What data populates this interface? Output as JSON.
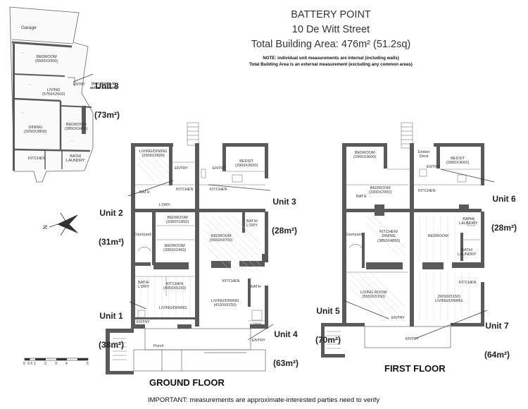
{
  "header": {
    "title": "BATTERY POINT",
    "address": "10 De Witt Street",
    "area": "Total Building Area: 476m² (51.2sq)",
    "note_line1": "NOTE: individual unit measurements are internal (including walls)",
    "note_line2": "Total Building Area is an external measurement (excluding any common areas)"
  },
  "units": {
    "unit8": {
      "name": "Unit 8",
      "area": "(73m²)",
      "remark": "(not shown in\nactual location)"
    },
    "unit2": {
      "name": "Unit 2",
      "area": "(31m²)"
    },
    "unit3": {
      "name": "Unit 3",
      "area": "(28m²)"
    },
    "unit1": {
      "name": "Unit 1",
      "area": "(38m²)"
    },
    "unit4": {
      "name": "Unit 4",
      "area": "(63m²)"
    },
    "unit5": {
      "name": "Unit 5",
      "area": "(70m²)"
    },
    "unit6": {
      "name": "Unit 6",
      "area": "(28m²)"
    },
    "unit7": {
      "name": "Unit 7",
      "area": "(64m²)"
    }
  },
  "rooms": {
    "u8_garage": "Garage",
    "u8_bedroom": "BEDROOM\n(5500X3300)",
    "u8_entry": "ENTRY",
    "u8_living": "LIVING\n(5750X2500)",
    "u8_dining": "DINING\n(3250X3800)",
    "u8_bedroom2": "BEDROOM\n(3850X3400)",
    "u8_kitchen": "KITCHEN",
    "u8_bath": "BATH/\nLAUNDRY",
    "g_living_dining": "LIVING/DINING\n(2900X3600)",
    "g_entry_a": "ENTRY",
    "g_kitchen_a": "KITCHEN",
    "g_bath_a": "BATH",
    "g_ldry_a": "L'DRY",
    "g_entry_b": "ENTRY",
    "g_kitchen_b": "KITCHEN",
    "g_bedsit": "BEDSIT\n(2900X3600)",
    "g_bedroom_a": "BEDROOM\n(3350X1850)",
    "g_courtyard": "Courtyard",
    "g_bedroom_b": "BEDROOM\n(3350X2450)",
    "g_bedroom_c": "BEDROOM\n(5550X4700)",
    "g_bath_ldry": "BATH/\nL'DRY",
    "g_bath_ldry2": "BATH/\nL'DRY",
    "g_kitchen_c": "KITCHEN\n(4050X5150)",
    "g_living_dining2": "LIVING/DINING",
    "g_entry_c": "ENTRY",
    "g_kitchen_d": "KITCHEN",
    "g_living_dining3": "LIVING/DINING\n(4100X5150)",
    "g_bath_b": "BATH",
    "g_ldry_b": "L'DRY",
    "g_entry_d": "ENTRY",
    "g_porch": "Porch",
    "f_bedroom_a": "BEDROOM\n(2900X3600)",
    "f_ember_deck": "Ember\nDeck",
    "f_bedsit": "BEDSIT\n(2900X3600)",
    "f_entry_a": "ENTRY",
    "f_bath_a": "BATH",
    "f_bedroom_b": "BEDROOM\n(3300X2950)",
    "f_kitchen_a": "KITCHEN",
    "f_courtyard": "Courtyard",
    "f_kitchen_dining": "KITCHEN/\nDINING\n(3850X4850)",
    "f_bedroom_c": "BEDROOM",
    "f_bath_laundry": "BATH/\nLAUNDRY",
    "f_bath_laundry2": "BATH/\nLAUNDRY",
    "f_living_room": "LIVING ROOM\n(5550X5150)",
    "f_entry_b": "ENTRY",
    "f_kitchen_b": "KITCHEN",
    "f_living_dining": "(5650X5150)\nLIVING/DINING",
    "f_entry_c": "ENTRY"
  },
  "floors": {
    "ground": "GROUND FLOOR",
    "first": "FIRST FLOOR"
  },
  "scale": {
    "labels": [
      "0",
      "0.5",
      "1",
      "2",
      "3",
      "4",
      "5"
    ]
  },
  "compass": {
    "label": "N"
  },
  "footer": {
    "text": "IMPORTANT: measurements are approximate-interested parties need to verify"
  },
  "colors": {
    "wall": "#5a5a5a",
    "line": "#666666",
    "fill": "#f7f7f7",
    "text": "#222222"
  }
}
